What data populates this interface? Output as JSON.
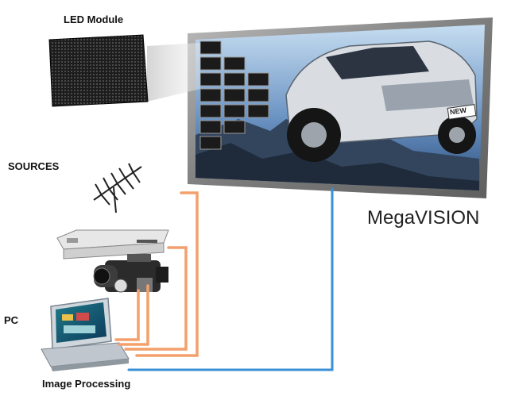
{
  "labels": {
    "led_module": "LED Module",
    "sources": "SOURCES",
    "pc": "PC",
    "image_processing": "Image Processing",
    "brand": "MegaVISION"
  },
  "screen": {
    "badge": "NEW"
  },
  "colors": {
    "frame": "#8c8c8c",
    "cable_orange": "#f4a06c",
    "cable_blue": "#3a8fd6",
    "sky_top": "#b7d3ec",
    "sky_bottom": "#2f5f9a",
    "rock": "#3a4a5e"
  },
  "icons": [
    "led-module-icon",
    "antenna-icon",
    "dvd-player-icon",
    "camcorder-icon",
    "computer-icon"
  ]
}
